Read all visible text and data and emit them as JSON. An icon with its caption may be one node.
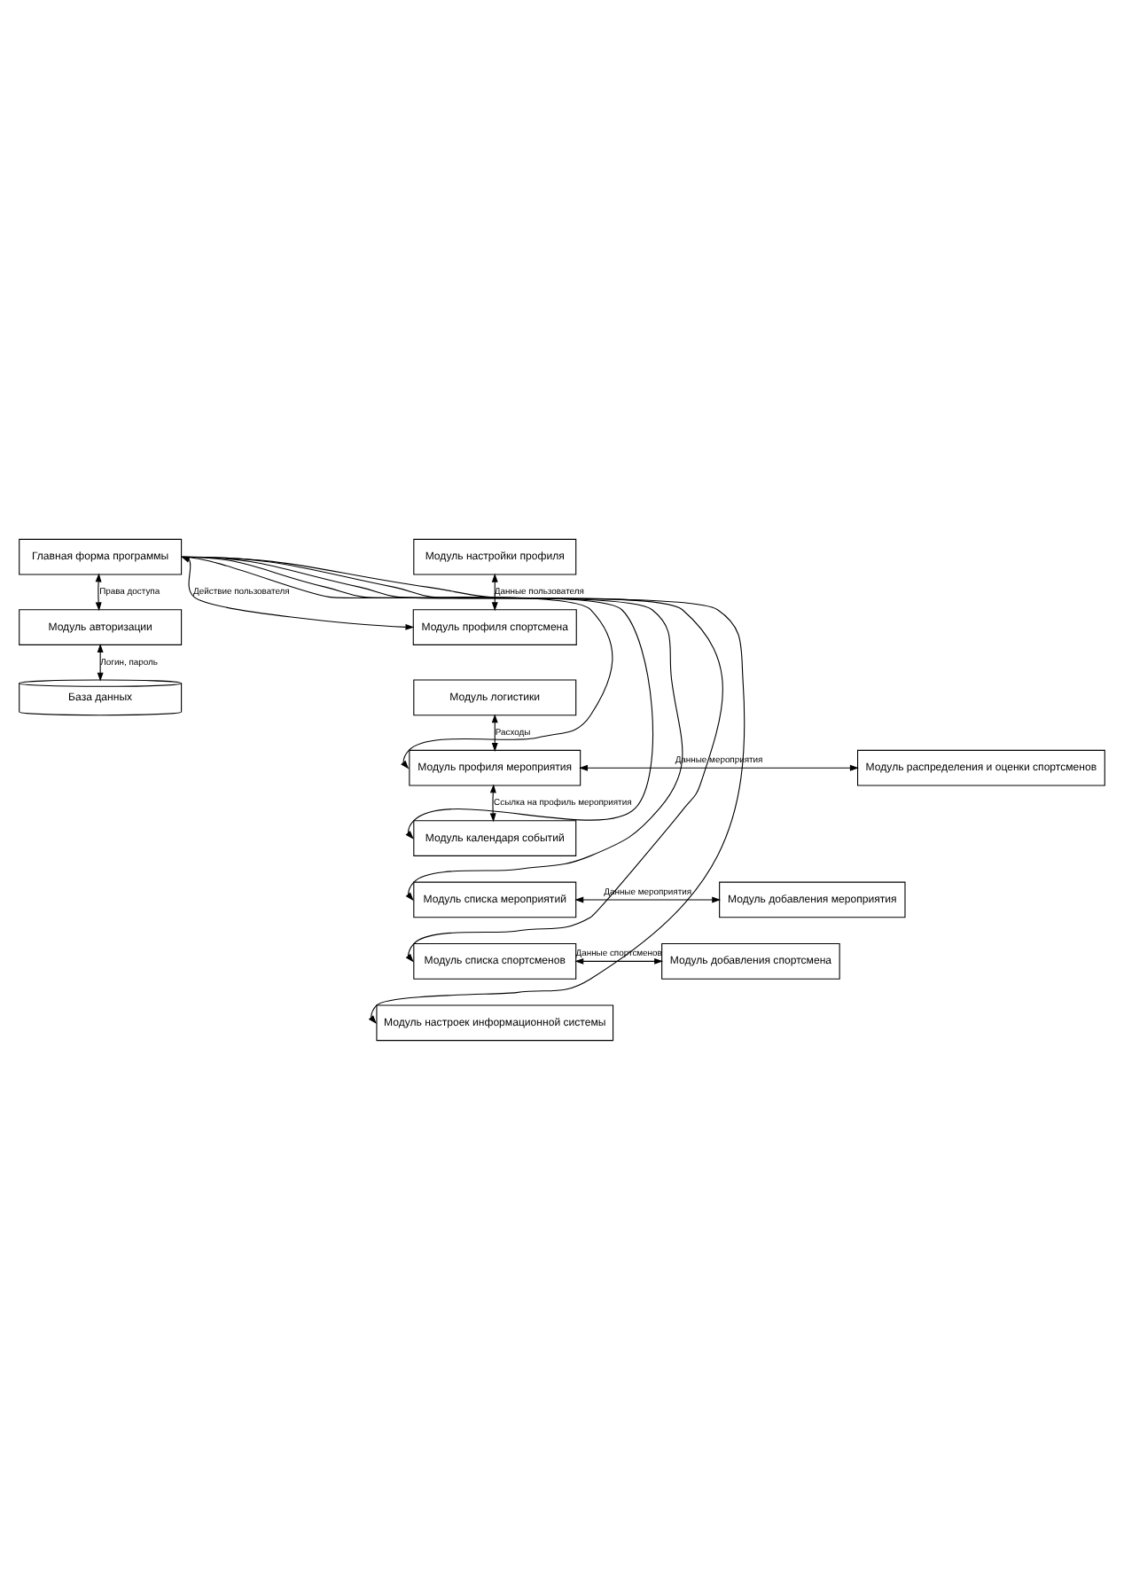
{
  "diagram": {
    "nodes": [
      {
        "text": [
          "Главная форма программы"
        ]
      },
      {
        "text": [
          "Модуль авторизации"
        ]
      },
      {
        "text": [
          "База данных"
        ]
      },
      {
        "text": [
          "Модуль настройки профиля"
        ]
      },
      {
        "text": [
          "Модуль профиля спортсмена"
        ]
      },
      {
        "text": [
          "Модуль логистики"
        ]
      },
      {
        "text": [
          "Модуль профиля мероприятия"
        ]
      },
      {
        "text": [
          "Модуль распределения и оценки спортсменов"
        ]
      },
      {
        "text": [
          "Модуль календаря событий"
        ]
      },
      {
        "text": [
          "Модуль списка мероприятий"
        ]
      },
      {
        "text": [
          "Модуль добавления мероприятия"
        ]
      },
      {
        "text": [
          "Модуль списка спортсменов"
        ]
      },
      {
        "text": [
          "Модуль добавления спортсмена"
        ]
      },
      {
        "text": [
          "Модуль настроек информационной системы"
        ]
      }
    ],
    "edges": [
      {
        "from": 0,
        "to": 1,
        "arrow": "both",
        "label": "Права доступа"
      },
      {
        "from": 1,
        "to": 2,
        "arrow": "both",
        "label": "Логин, пароль"
      },
      {
        "from": 3,
        "to": 4,
        "arrow": "both",
        "label": "Данные пользователя"
      },
      {
        "from": 5,
        "to": 6,
        "arrow": "both",
        "label": "Расходы"
      },
      {
        "from": 6,
        "to": 7,
        "arrow": "both",
        "label": "Данные мероприятия"
      },
      {
        "from": 6,
        "to": 8,
        "arrow": "both",
        "label": "Ссылка на профиль мероприятия"
      },
      {
        "from": 9,
        "to": 10,
        "arrow": "both",
        "label": "Данные мероприятия"
      },
      {
        "from": 11,
        "to": 12,
        "arrow": "both",
        "label": "Данные спортсменов"
      },
      {
        "from": 0,
        "to": 4,
        "arrow": "both",
        "label": "Действие пользователя"
      },
      {
        "from": 0,
        "to": 6,
        "arrow": "to"
      },
      {
        "from": 0,
        "to": 8,
        "arrow": "to"
      },
      {
        "from": 0,
        "to": 9,
        "arrow": "to"
      },
      {
        "from": 0,
        "to": 11,
        "arrow": "to"
      },
      {
        "from": 0,
        "to": 13,
        "arrow": "to"
      }
    ]
  }
}
